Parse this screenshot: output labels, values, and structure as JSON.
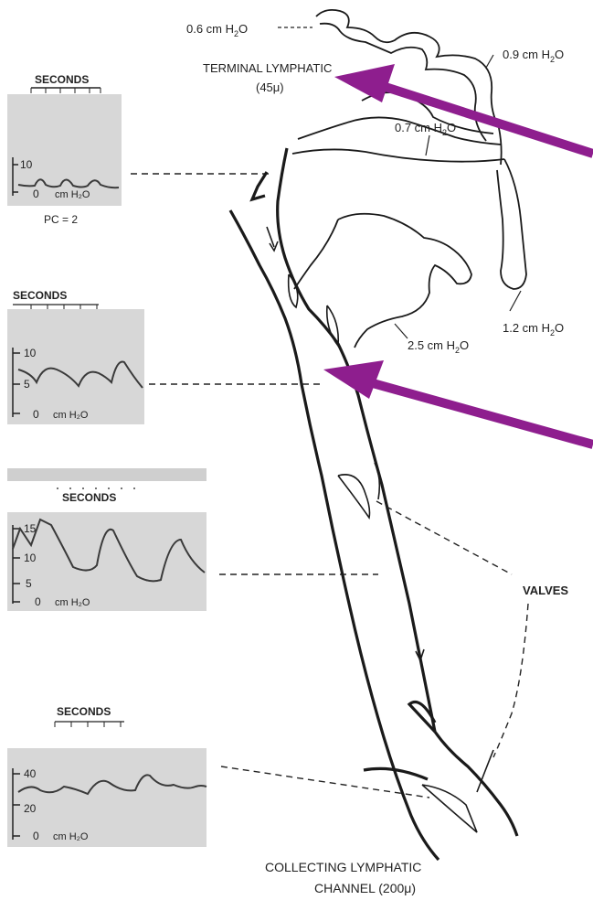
{
  "labels": {
    "p06": "0.6 cm H",
    "p09": "0.9 cm H",
    "p07": "0.7 cm H",
    "p12": "1.2 cm H",
    "p25": "2.5 cm H",
    "sub2": "2",
    "sub_o": "O",
    "terminal_line1": "TERMINAL LYMPHATIC",
    "terminal_line2": "(45μ)",
    "valves": "VALVES",
    "collecting_line1": "COLLECTING LYMPHATIC",
    "collecting_line2": "CHANNEL (200μ)"
  },
  "panels": [
    {
      "seconds": "SECONDS",
      "ticks": [
        "10",
        "0"
      ],
      "unit": "cm H₂O",
      "note": "PC = 2"
    },
    {
      "seconds": "SECONDS",
      "ticks": [
        "10",
        "5",
        "0"
      ],
      "unit": "cm H₂O",
      "note": ""
    },
    {
      "seconds": "SECONDS",
      "ticks": [
        "15",
        "10",
        "5",
        "0"
      ],
      "unit": "cm H₂O",
      "note": ""
    },
    {
      "seconds": "SECONDS",
      "ticks": [
        "40",
        "20",
        "0"
      ],
      "unit": "cm H₂O",
      "note": ""
    }
  ],
  "colors": {
    "arrow": "#8e1e8e",
    "ink": "#1a1a1a",
    "panel": "#d7d7d7"
  }
}
